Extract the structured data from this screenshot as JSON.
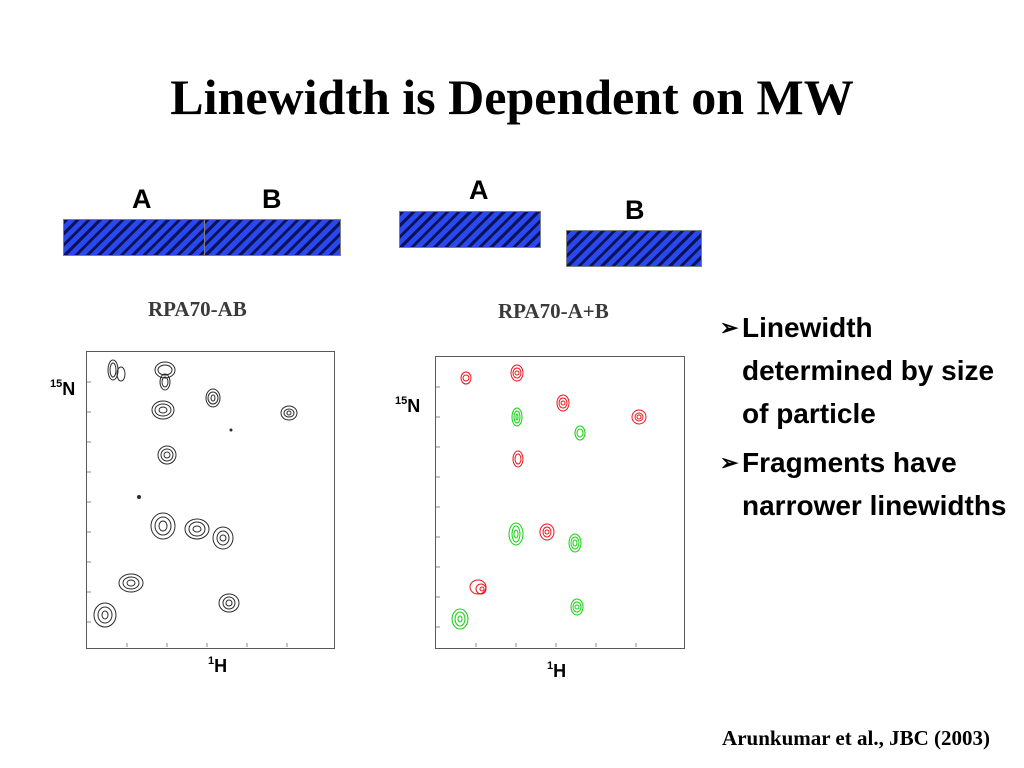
{
  "slide": {
    "title": "Linewidth is Dependent on MW",
    "citation": "Arunkumar et al., JBC (2003)"
  },
  "left_panel": {
    "domain_labels": {
      "a": "A",
      "b": "B"
    },
    "construct": "RPA70-AB",
    "axis_n": {
      "sup": "15",
      "text": "N"
    },
    "axis_h": {
      "sup": "1",
      "text": "H"
    },
    "peak_color": "#2b2b2b"
  },
  "right_panel": {
    "domain_labels": {
      "a": "A",
      "b": "B"
    },
    "construct": "RPA70-A+B",
    "axis_n": {
      "sup": "15",
      "text": "N"
    },
    "axis_h": {
      "sup": "1",
      "text": "H"
    },
    "peak_colors": {
      "domain_a": "#e8151b",
      "domain_b": "#13d00f"
    }
  },
  "bullets": [
    {
      "icon": "arrowhead-icon",
      "text": "Linewidth determined by size of particle"
    },
    {
      "icon": "arrowhead-icon",
      "text": "Fragments have narrower linewidths"
    }
  ],
  "colors": {
    "domain_fill": "#1e3ee8",
    "domain_hatch": "#0b1357"
  }
}
